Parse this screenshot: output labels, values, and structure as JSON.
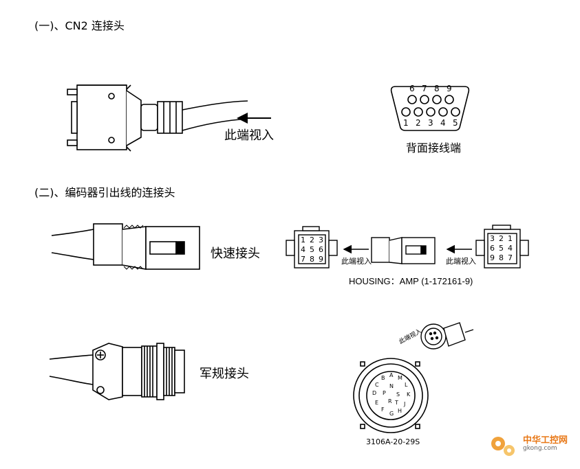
{
  "sections": {
    "cn2": {
      "heading": "(一)、CN2 连接头",
      "view_label": "此端视入",
      "back_label": "背面接线端",
      "pins_top": [
        "6",
        "7",
        "8",
        "9"
      ],
      "pins_bottom": [
        "1",
        "2",
        "3",
        "4",
        "5"
      ]
    },
    "encoder": {
      "heading": "(二)、编码器引出线的连接头",
      "quick_label": "快速接头",
      "view_label_left": "此端视入",
      "view_label_right": "此端视入",
      "housing_label": "HOUSING：AMP (1-172161-9)",
      "grid_left": [
        [
          "1",
          "2",
          "3"
        ],
        [
          "4",
          "5",
          "6"
        ],
        [
          "7",
          "8",
          "9"
        ]
      ],
      "grid_right": [
        [
          "3",
          "2",
          "1"
        ],
        [
          "6",
          "5",
          "4"
        ],
        [
          "9",
          "8",
          "7"
        ]
      ],
      "military_label": "军规接头",
      "military_view_label": "此端视入",
      "military_part": "3106A-20-29S",
      "military_pins": [
        "A",
        "B",
        "C",
        "D",
        "E",
        "F",
        "G",
        "H",
        "J",
        "K",
        "L",
        "M",
        "N",
        "P",
        "R",
        "S",
        "T"
      ]
    }
  },
  "watermark": {
    "main": "中华工控网",
    "sub": "gkong.com"
  }
}
